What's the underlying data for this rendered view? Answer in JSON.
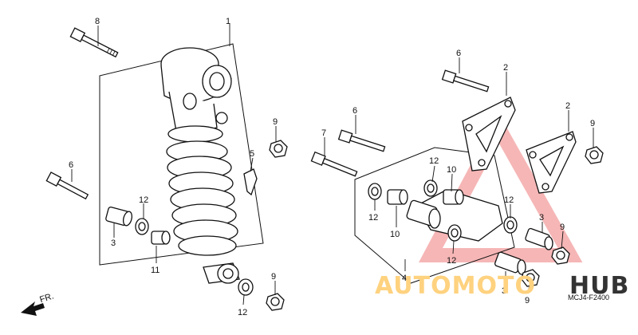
{
  "diagram": {
    "labels": {
      "c1": "1",
      "c2a": "2",
      "c2b": "2",
      "c3a": "3",
      "c3b": "3",
      "c3c": "3",
      "c4": "4",
      "c5": "5",
      "c6a": "6",
      "c6b": "6",
      "c6c": "6",
      "c7": "7",
      "c8": "8",
      "c9a": "9",
      "c9b": "9",
      "c9c": "9",
      "c9d": "9",
      "c10a": "10",
      "c10b": "10",
      "c11": "11",
      "c12a": "12",
      "c12b": "12",
      "c12c": "12",
      "c12d": "12",
      "c12e": "12",
      "c12f": "12"
    },
    "direction_label": "FR.",
    "diagram_code": "MCJ4-F2400"
  },
  "watermark": {
    "text_part1": "AUTOMOTO",
    "text_part2": "HUB",
    "color_primary": "#f5a9a9",
    "color_secondary": "#ffd27f",
    "color_dark": "#333333"
  }
}
